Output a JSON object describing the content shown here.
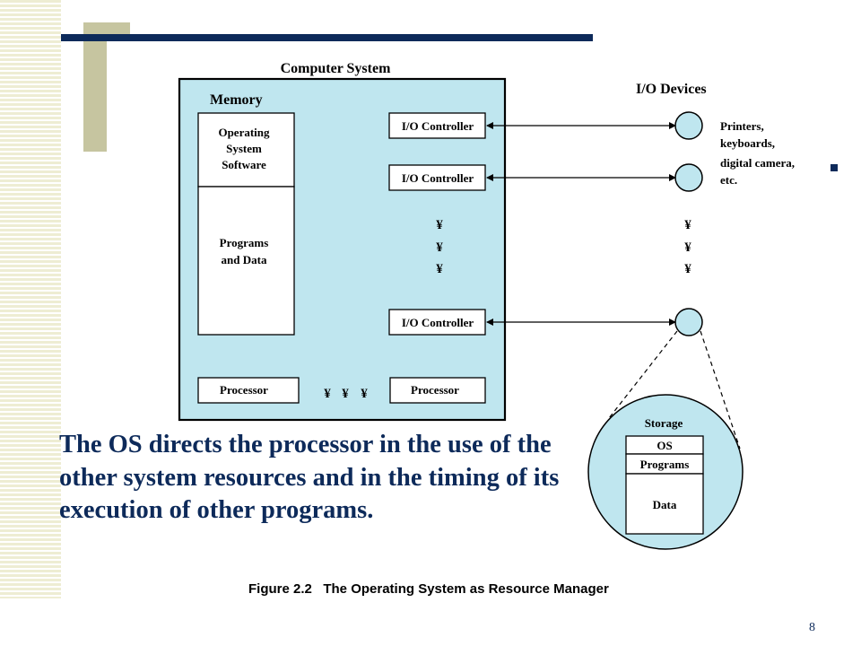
{
  "diagram": {
    "system_title": "Computer System",
    "memory_label": "Memory",
    "os_software": [
      "Operating",
      "System",
      "Software"
    ],
    "programs_data": [
      "Programs",
      "and Data"
    ],
    "io_controller_label": "I/O Controller",
    "processor_label": "Processor",
    "ellipsis_glyph": "¥",
    "io_devices_title": "I/O Devices",
    "devices_desc": [
      "Printers,",
      "keyboards,",
      "digital camera,",
      "etc."
    ],
    "storage": {
      "title": "Storage",
      "os": "OS",
      "programs": "Programs",
      "data": "Data"
    },
    "colors": {
      "system_fill": "#bfe6ef",
      "device_fill": "#bfe6ef",
      "accent_navy": "#0d2a5a",
      "olive": "#c6c5a0"
    }
  },
  "slide": {
    "body_text": "The OS directs the processor in the use of the other system resources and in the timing of its execution of other programs.",
    "figure_caption": "Figure 2.2   The Operating System as Resource Manager",
    "page_number": "8"
  }
}
